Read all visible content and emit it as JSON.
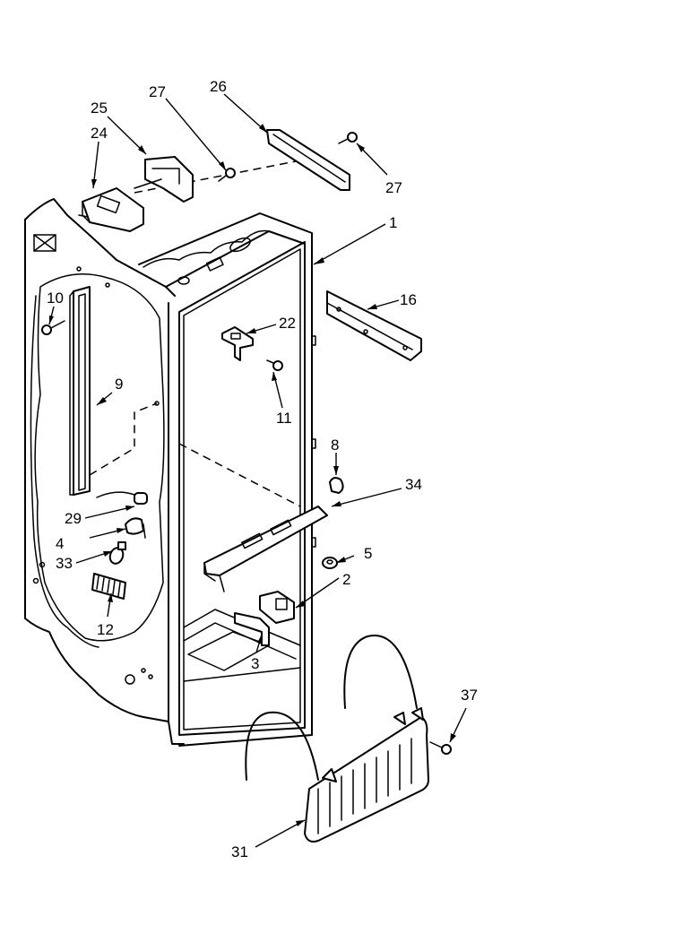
{
  "callouts": [
    {
      "id": "c1",
      "text": "1"
    },
    {
      "id": "c2",
      "text": "2"
    },
    {
      "id": "c3",
      "text": "3"
    },
    {
      "id": "c4",
      "text": "4"
    },
    {
      "id": "c5",
      "text": "5"
    },
    {
      "id": "c8",
      "text": "8"
    },
    {
      "id": "c9",
      "text": "9"
    },
    {
      "id": "c10",
      "text": "10"
    },
    {
      "id": "c11",
      "text": "11"
    },
    {
      "id": "c12",
      "text": "12"
    },
    {
      "id": "c16",
      "text": "16"
    },
    {
      "id": "c22",
      "text": "22"
    },
    {
      "id": "c24",
      "text": "24"
    },
    {
      "id": "c25",
      "text": "25"
    },
    {
      "id": "c26",
      "text": "26"
    },
    {
      "id": "c27a",
      "text": "27"
    },
    {
      "id": "c27b",
      "text": "27"
    },
    {
      "id": "c29",
      "text": "29"
    },
    {
      "id": "c31",
      "text": "31"
    },
    {
      "id": "c33",
      "text": "33"
    },
    {
      "id": "c34",
      "text": "34"
    },
    {
      "id": "c37",
      "text": "37"
    }
  ]
}
